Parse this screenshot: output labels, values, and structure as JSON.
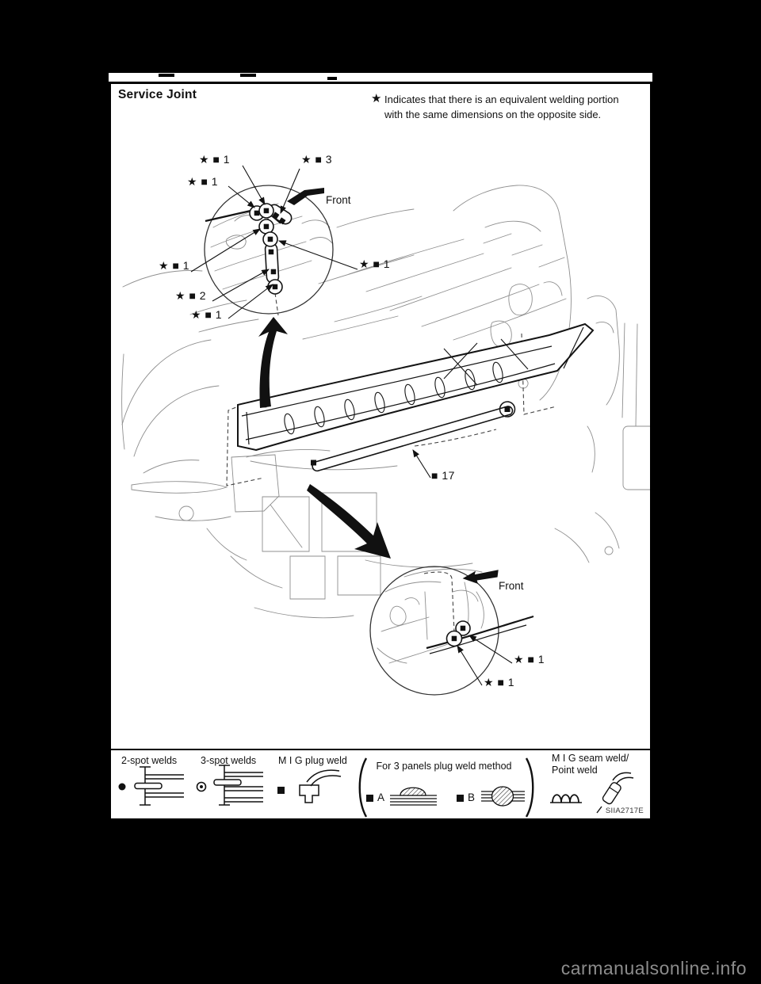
{
  "header": {
    "title": "Service Joint",
    "note_symbol": "★",
    "note_line1": "Indicates that there is an equivalent welding portion",
    "note_line2": "with the same dimensions on the opposite side."
  },
  "diagram": {
    "front_top": "Front",
    "front_bottom": "Front",
    "callouts": [
      {
        "text": "★ ■ 1"
      },
      {
        "text": "★ ■ 1"
      },
      {
        "text": "★ ■ 3"
      },
      {
        "text": "★ ■ 1"
      },
      {
        "text": "★ ■ 1"
      },
      {
        "text": "★ ■ 2"
      },
      {
        "text": "★ ■ 1"
      },
      {
        "text": "■ 17"
      },
      {
        "text": "★ ■ 1"
      },
      {
        "text": "★ ■ 1"
      }
    ]
  },
  "legend": {
    "items": [
      {
        "label": "2-spot welds"
      },
      {
        "label": "3-spot welds"
      },
      {
        "label": "M I G plug weld"
      },
      {
        "label": "For 3 panels plug weld method",
        "a_label": "A",
        "b_label": "B"
      },
      {
        "label": "M I G seam weld/",
        "label2": "Point weld"
      }
    ],
    "code": "SIIA2717E"
  },
  "watermark": "carmanualsonline.info",
  "colors": {
    "page_bg": "#ffffff",
    "surround": "#000000",
    "line": "#000000",
    "faint_line": "#8f8f8f",
    "watermark_text": "#8c8c8c"
  }
}
